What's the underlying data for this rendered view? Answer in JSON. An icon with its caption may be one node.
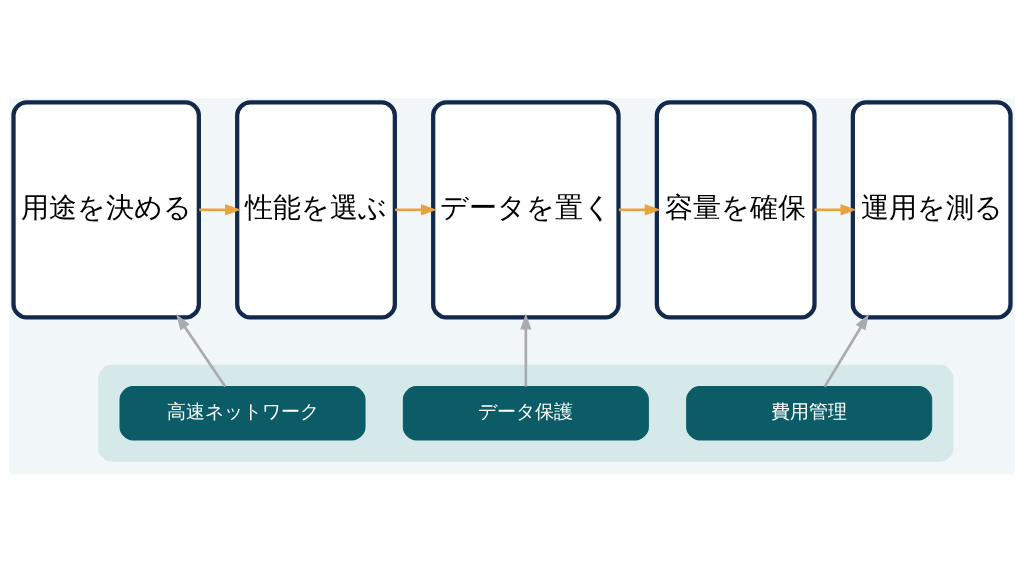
{
  "diagram": {
    "nodes": [
      {
        "text": [
          "用途を決める"
        ]
      },
      {
        "text": [
          "性能を選ぶ"
        ]
      },
      {
        "text": [
          "データを置く"
        ]
      },
      {
        "text": [
          "容量を確保"
        ]
      },
      {
        "text": [
          "運用を測る"
        ]
      },
      {
        "text": [],
        "shape": "box"
      },
      {
        "text": [
          "高速ネットワーク"
        ],
        "in": 5
      },
      {
        "text": [
          "データ保護"
        ],
        "in": 5
      },
      {
        "text": [
          "費用管理"
        ],
        "in": 5
      }
    ],
    "edges": [
      {
        "from": 0,
        "to": 1,
        "arrow": "to"
      },
      {
        "from": 1,
        "to": 2,
        "arrow": "to"
      },
      {
        "from": 2,
        "to": 3,
        "arrow": "to"
      },
      {
        "from": 3,
        "to": 4,
        "arrow": "to"
      },
      {
        "from": 6,
        "to": 0,
        "arrow": "to",
        "color": "#a9abae"
      },
      {
        "from": 7,
        "to": 2,
        "arrow": "to",
        "color": "#a9abae"
      },
      {
        "from": 8,
        "to": 4,
        "arrow": "to",
        "color": "#a9abae"
      }
    ]
  }
}
